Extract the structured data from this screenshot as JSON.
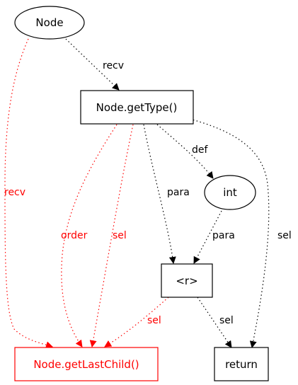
{
  "colors": {
    "default": "#000000",
    "highlight": "#ff0000"
  },
  "nodes": {
    "node": {
      "label": "Node"
    },
    "get_type": {
      "label": "Node.getType()"
    },
    "int": {
      "label": "int"
    },
    "r": {
      "label": "<r>"
    },
    "get_last_child": {
      "label": "Node.getLastChild()"
    },
    "return": {
      "label": "return"
    }
  },
  "edges": {
    "node_to_get_type": {
      "label": "recv"
    },
    "node_to_get_last_child": {
      "label": "recv"
    },
    "get_type_to_int": {
      "label": "def"
    },
    "get_type_to_r": {
      "label": "para"
    },
    "get_type_to_return": {
      "label": "sel"
    },
    "get_type_to_get_last_child_order": {
      "label": "order"
    },
    "get_type_to_get_last_child_sel": {
      "label": "sel"
    },
    "int_to_r": {
      "label": "para"
    },
    "r_to_get_last_child": {
      "label": "sel"
    },
    "r_to_return": {
      "label": "sel"
    }
  }
}
